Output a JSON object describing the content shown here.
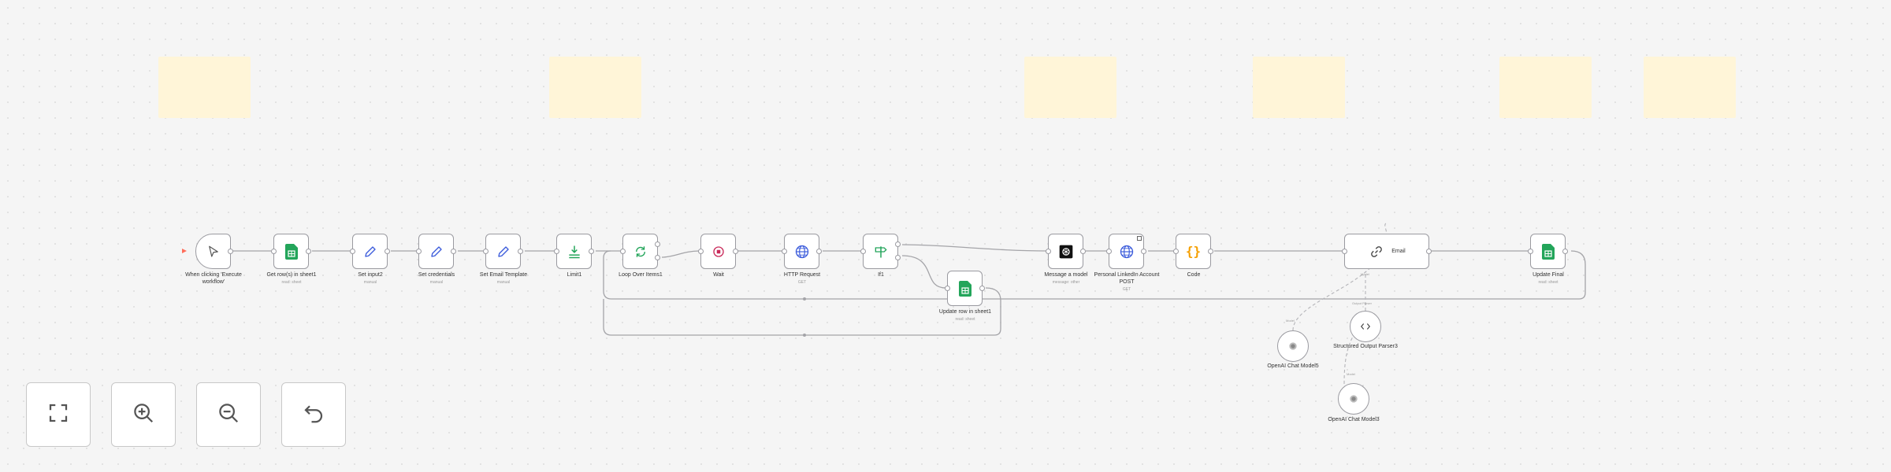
{
  "nodes": {
    "trigger": {
      "label": "When clicking 'Execute workflow'",
      "icon": "pointer-icon"
    },
    "get_rows": {
      "label": "Get row(s) in sheet1",
      "sub": "read: sheet",
      "icon": "google-sheets-icon"
    },
    "set_input": {
      "label": "Set input2",
      "sub": "manual",
      "icon": "pencil-icon"
    },
    "set_credentials": {
      "label": "Set credentials",
      "sub": "manual",
      "icon": "pencil-icon"
    },
    "set_email_template": {
      "label": "Set Email Template",
      "sub": "manual",
      "icon": "pencil-icon"
    },
    "limit": {
      "label": "Limit1",
      "icon": "limit-icon"
    },
    "loop": {
      "label": "Loop Over Items1",
      "icon": "loop-icon"
    },
    "wait": {
      "label": "Wait",
      "icon": "wait-icon"
    },
    "http": {
      "label": "HTTP Request",
      "sub": "GET",
      "icon": "globe-icon"
    },
    "if": {
      "label": "If1",
      "icon": "signpost-icon"
    },
    "update_row": {
      "label": "Update row in sheet1",
      "sub": "read: sheet",
      "icon": "google-sheets-icon"
    },
    "message_model": {
      "label": "Message a model",
      "sub": "message: other",
      "icon": "openai-icon"
    },
    "personal_linkedin": {
      "label": "Personal LinkedIn Account POST",
      "sub": "GET",
      "icon": "globe-icon"
    },
    "code": {
      "label": "Code",
      "icon": "braces-icon"
    },
    "email": {
      "label": "Email",
      "icon": "link-icon"
    },
    "update_final": {
      "label": "Update Final",
      "sub": "read: sheet",
      "icon": "google-sheets-icon"
    },
    "openai_chat_model": {
      "label": "OpenAI Chat Model5",
      "icon": "openai-icon"
    },
    "structured_parser": {
      "label": "Structured Output Parser3",
      "icon": "code-brackets-icon"
    },
    "openai_chat_model2": {
      "label": "OpenAI Chat Model3",
      "icon": "openai-icon"
    }
  },
  "port_labels": {
    "model": "Model",
    "output_parser": "Output Parser"
  },
  "controls": {
    "fit_view": "fit-view-icon",
    "zoom_in": "zoom-in-icon",
    "zoom_out": "zoom-out-icon",
    "reset": "undo-icon"
  },
  "colors": {
    "canvas_bg": "#f5f5f5",
    "sticky": "#fff5d8",
    "node_border": "#9a9aa0",
    "sheets_green": "#23a55a",
    "accent_blue": "#3b5bdb",
    "wait_red": "#c92a5a",
    "code_orange": "#f59f00"
  }
}
